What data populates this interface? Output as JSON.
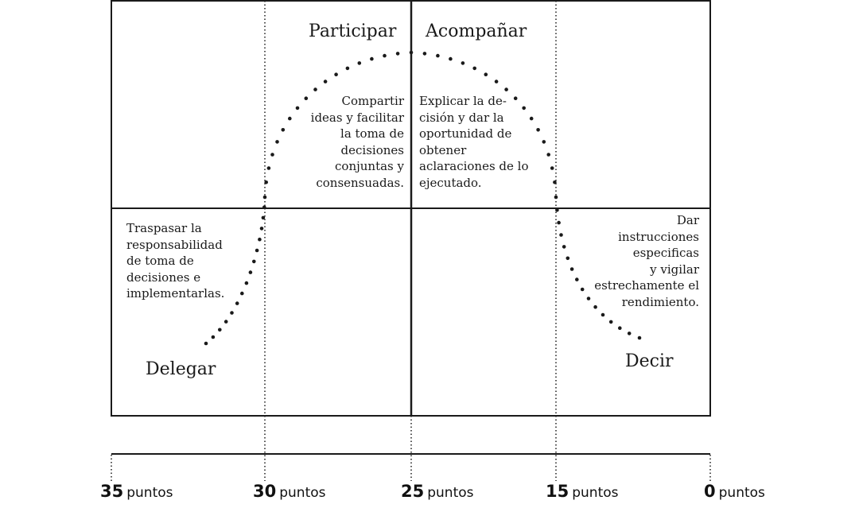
{
  "quadrants": {
    "participar": {
      "title": "Participar",
      "text": "Compartir\nideas y facilitar\nla toma de\ndecisiones\nconjuntas y\nconsensuadas."
    },
    "acompanar": {
      "title": "Acompañar",
      "text": "Explicar la de-\ncisión y dar la\noportunidad de\nobtener\naclaraciones de lo\nejecutado."
    },
    "delegar": {
      "title": "Delegar",
      "text": "Traspasar la\nresponsabilidad\nde toma de\ndecisiones e\nimplementarlas."
    },
    "decir": {
      "title": "Decir",
      "text": "Dar\ninstrucciones\nespecificas\ny vigilar\nestrechamente el\nrendimiento."
    }
  },
  "scale": {
    "ticks": [
      {
        "value": "35",
        "unit": "puntos"
      },
      {
        "value": "30",
        "unit": "puntos"
      },
      {
        "value": "25",
        "unit": "puntos"
      },
      {
        "value": "15",
        "unit": "puntos"
      },
      {
        "value": "0",
        "unit": "puntos"
      }
    ]
  },
  "colors": {
    "ink": "#1a1a1a",
    "background": "#ffffff"
  }
}
